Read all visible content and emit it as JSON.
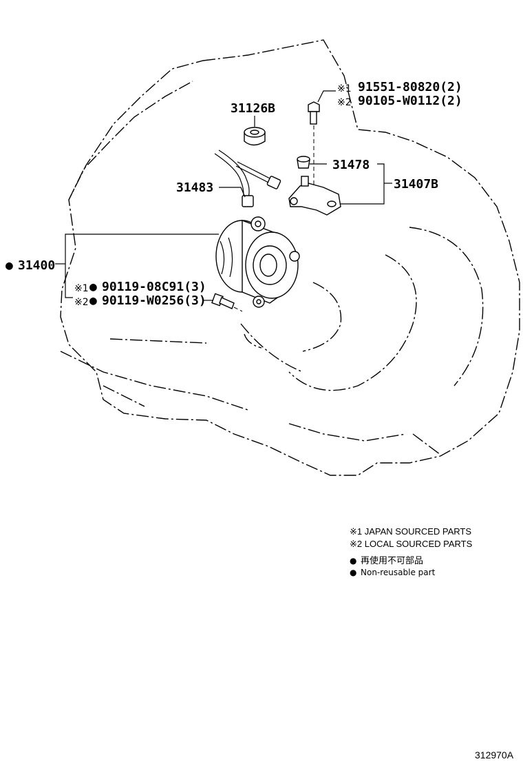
{
  "callouts": {
    "p31400": {
      "bullet": "●",
      "number": "31400"
    },
    "p31126b": {
      "number": "31126B"
    },
    "p31478": {
      "number": "31478"
    },
    "p31407b": {
      "number": "31407B"
    },
    "p31483": {
      "number": "31483"
    },
    "bolt_top_1": {
      "marker": "※1",
      "number": "91551-80820(2)"
    },
    "bolt_top_2": {
      "marker": "※2",
      "number": "90105-W0112(2)"
    },
    "bolt_low_1": {
      "marker": "※1",
      "bullet": "●",
      "number": "90119-08C91(3)"
    },
    "bolt_low_2": {
      "marker": "※2",
      "bullet": "●",
      "number": "90119-W0256(3)"
    }
  },
  "legend": {
    "line1": "※1 JAPAN SOURCED PARTS",
    "line2": "※2 LOCAL SOURCED PARTS",
    "line3_bullet": "●",
    "line3": "再使用不可部品",
    "line4_bullet": "●",
    "line4": "Non-reusable part"
  },
  "figure_ref": "312970A"
}
